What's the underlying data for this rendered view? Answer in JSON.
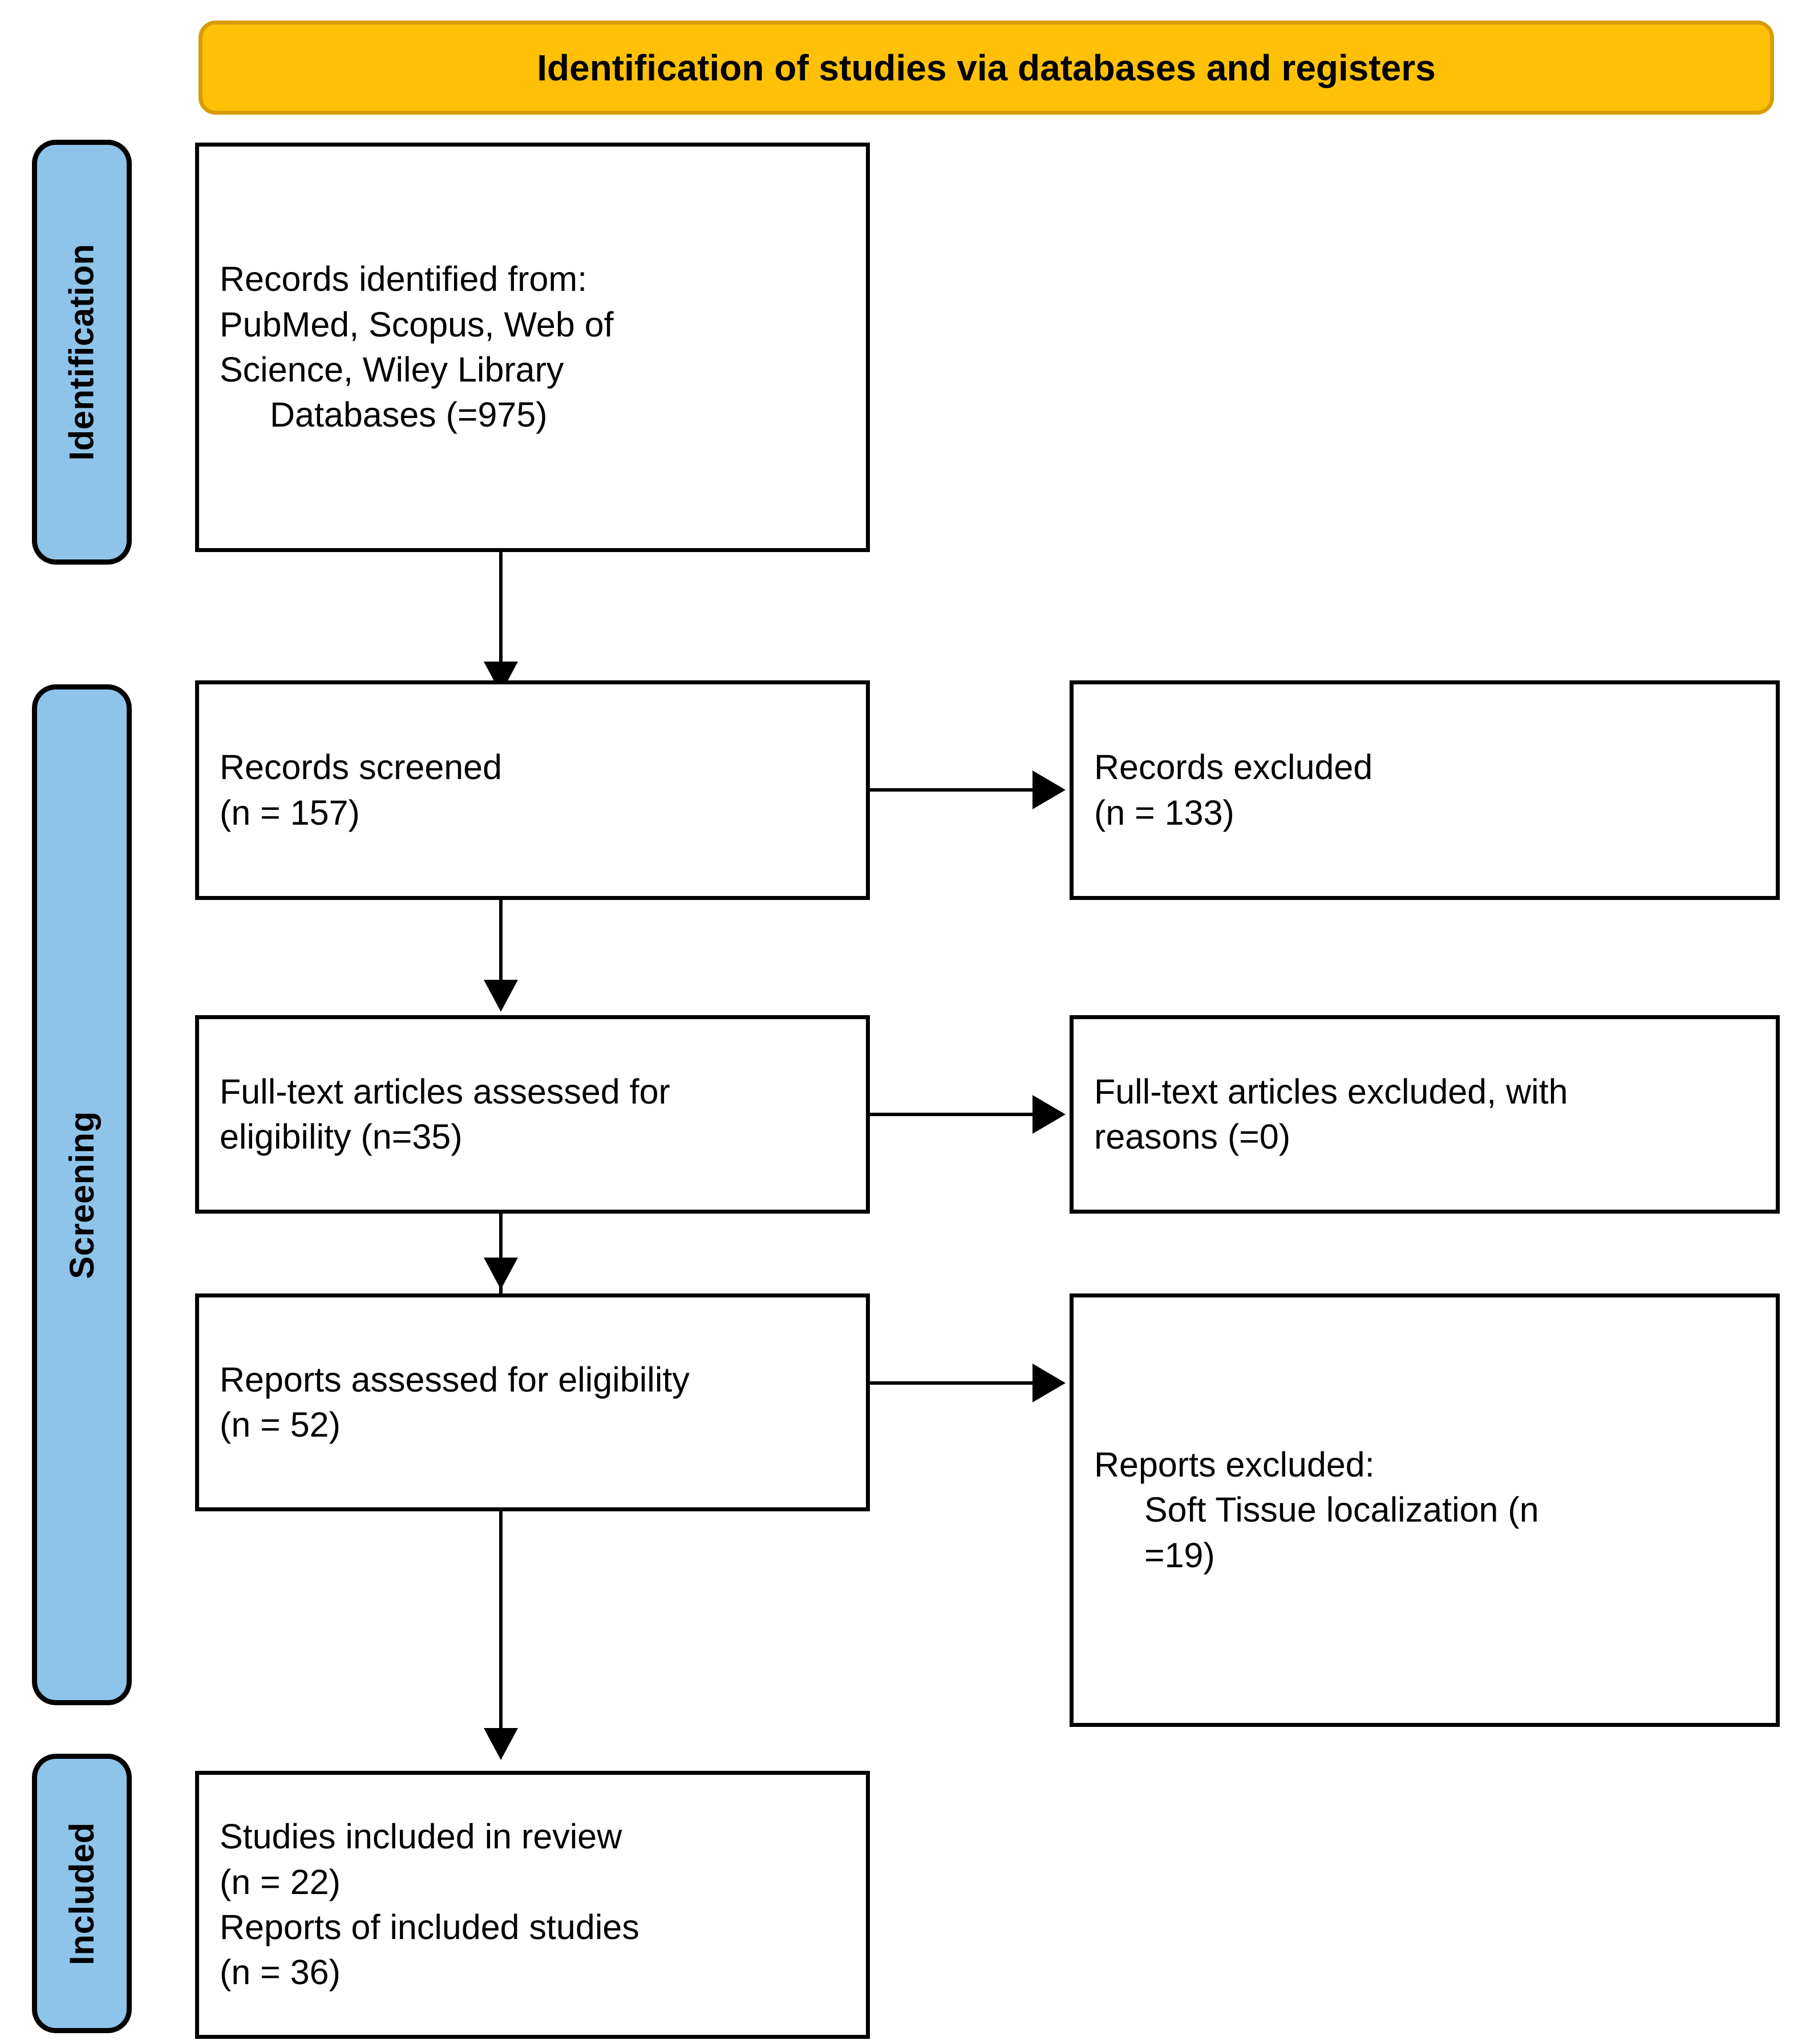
{
  "banner": {
    "title": "Identification of studies via databases and registers",
    "fill_color": "#FFC107",
    "border_color": "#D89C04"
  },
  "phases": [
    {
      "label": "Identification",
      "fill_color": "#8FC4EA"
    },
    {
      "label": "Screening",
      "fill_color": "#8FC4EA"
    },
    {
      "label": "Included",
      "fill_color": "#8FC4EA"
    }
  ],
  "boxes": {
    "identified": {
      "lines": [
        "Records identified from:",
        "PubMed, Scopus, Web of",
        "Science, Wiley Library",
        "Databases (=975)"
      ]
    },
    "screened": {
      "lines": [
        "Records screened",
        "(n = 157)"
      ]
    },
    "records_excluded": {
      "lines": [
        "Records excluded",
        "(n = 133)"
      ]
    },
    "fulltext_assessed": {
      "lines": [
        "Full-text articles assessed for",
        "eligibility (n=35)"
      ]
    },
    "fulltext_excluded": {
      "lines": [
        "Full-text articles excluded, with",
        "reasons (=0)"
      ]
    },
    "reports_assessed": {
      "lines": [
        "Reports assessed for eligibility",
        "(n = 52)"
      ]
    },
    "reports_excluded": {
      "lines": [
        "Reports excluded:",
        "Soft Tissue localization (n",
        "=19)"
      ]
    },
    "included": {
      "lines": [
        "Studies included in review",
        "(n = 22)",
        "Reports of included studies",
        "(n = 36)"
      ]
    }
  },
  "chart_data": {
    "type": "diagram",
    "title": "Identification of studies via databases and registers",
    "nodes": [
      {
        "id": "identified",
        "phase": "Identification",
        "label": "Records identified from: PubMed, Scopus, Web of Science, Wiley Library Databases",
        "n": 975
      },
      {
        "id": "screened",
        "phase": "Screening",
        "label": "Records screened",
        "n": 157
      },
      {
        "id": "records_excluded",
        "phase": "Screening",
        "label": "Records excluded",
        "n": 133
      },
      {
        "id": "fulltext_assessed",
        "phase": "Screening",
        "label": "Full-text articles assessed for eligibility",
        "n": 35
      },
      {
        "id": "fulltext_excluded",
        "phase": "Screening",
        "label": "Full-text articles excluded, with reasons",
        "n": 0
      },
      {
        "id": "reports_assessed",
        "phase": "Screening",
        "label": "Reports assessed for eligibility",
        "n": 52
      },
      {
        "id": "reports_excluded",
        "phase": "Screening",
        "label": "Reports excluded: Soft Tissue localization",
        "n": 19
      },
      {
        "id": "studies_included",
        "phase": "Included",
        "label": "Studies included in review",
        "n": 22
      },
      {
        "id": "reports_included",
        "phase": "Included",
        "label": "Reports of included studies",
        "n": 36
      }
    ],
    "edges": [
      {
        "from": "identified",
        "to": "screened",
        "direction": "down"
      },
      {
        "from": "screened",
        "to": "records_excluded",
        "direction": "right"
      },
      {
        "from": "screened",
        "to": "fulltext_assessed",
        "direction": "down"
      },
      {
        "from": "fulltext_assessed",
        "to": "fulltext_excluded",
        "direction": "right"
      },
      {
        "from": "fulltext_assessed",
        "to": "reports_assessed",
        "direction": "down"
      },
      {
        "from": "reports_assessed",
        "to": "reports_excluded",
        "direction": "right"
      },
      {
        "from": "reports_assessed",
        "to": "studies_included",
        "direction": "down"
      }
    ]
  }
}
